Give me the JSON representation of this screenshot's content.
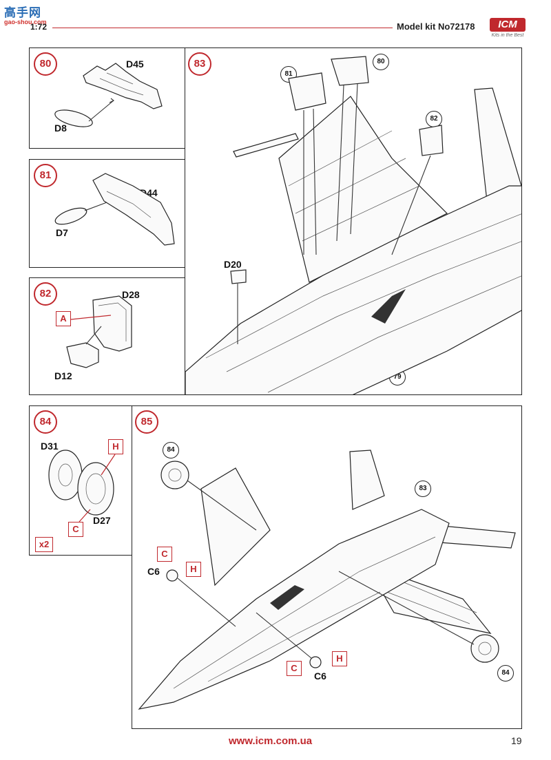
{
  "header": {
    "watermark": "高手网",
    "watermark_sub": "gao-shou.com",
    "scale": "1:72",
    "model_kit": "Model kit No72178",
    "brand": "ICM",
    "brand_tagline": "Kits in the Best"
  },
  "steps": {
    "s80": {
      "number": "80",
      "parts": [
        "D45",
        "D8"
      ]
    },
    "s81": {
      "number": "81",
      "parts": [
        "D44",
        "D7"
      ]
    },
    "s82": {
      "number": "82",
      "parts": [
        "D28",
        "D12"
      ],
      "callout": "A"
    },
    "s83": {
      "number": "83",
      "parts": [
        "D20"
      ],
      "refs": [
        "81",
        "80",
        "82",
        "79"
      ]
    },
    "s84": {
      "number": "84",
      "parts": [
        "D31",
        "D27"
      ],
      "callouts": [
        "H",
        "C"
      ],
      "multiplier": "x2"
    },
    "s85": {
      "number": "85",
      "parts": [
        "C6",
        "C6"
      ],
      "callouts": [
        "C",
        "H",
        "C",
        "H"
      ],
      "refs": [
        "84",
        "83",
        "84"
      ]
    }
  },
  "footer": {
    "url": "www.icm.com.ua",
    "page": "19"
  },
  "colors": {
    "accent": "#c0282d",
    "ink": "#222222"
  }
}
